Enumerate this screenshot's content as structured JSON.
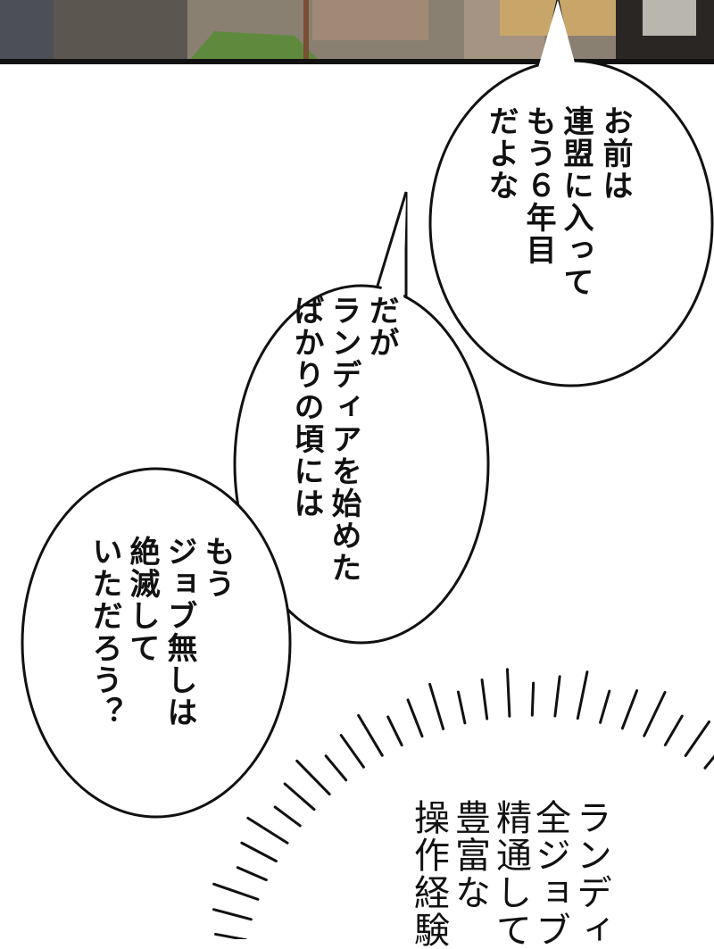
{
  "bubbles": [
    {
      "lines": [
        "お前は",
        "連盟に入って",
        "もう６年目",
        "だよな"
      ]
    },
    {
      "lines": [
        "だが",
        "ランディアを始めた",
        "ばかりの頃には"
      ]
    },
    {
      "lines": [
        "もう",
        "ジョブ無しは",
        "絶滅して",
        "いただろう？"
      ]
    }
  ],
  "burst_text": {
    "lines": [
      "ランディ",
      "全ジョブ",
      "精通して",
      "豊富な",
      "操作経験"
    ]
  },
  "colors": {
    "panel_border": "#111111",
    "grass": "#5f8a3e",
    "ground": "#8a8072"
  }
}
